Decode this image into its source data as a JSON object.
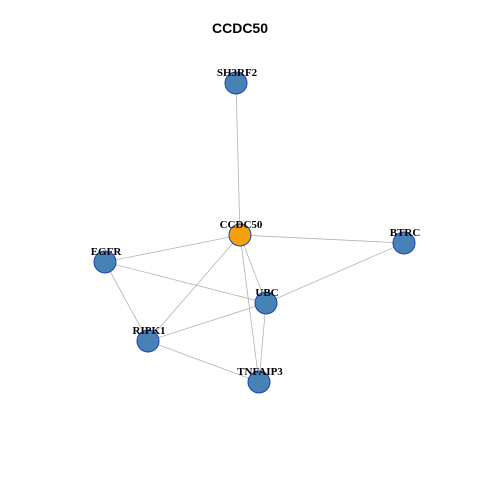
{
  "title": "CCDC50",
  "colors": {
    "center_node": "#F5A10E",
    "neighbor_node": "#4682B4",
    "node_border": "#1E3FBF",
    "edge": "#B3B3B3"
  },
  "nodes": [
    {
      "id": "SH3RF2",
      "label": "SH3RF2",
      "role": "neighbor"
    },
    {
      "id": "CCDC50",
      "label": "CCDC50",
      "role": "center"
    },
    {
      "id": "BTRC",
      "label": "BTRC",
      "role": "neighbor"
    },
    {
      "id": "EGFR",
      "label": "EGFR",
      "role": "neighbor"
    },
    {
      "id": "UBC",
      "label": "UBC",
      "role": "neighbor"
    },
    {
      "id": "RIPK1",
      "label": "RIPK1",
      "role": "neighbor"
    },
    {
      "id": "TNFAIP3",
      "label": "TNFAIP3",
      "role": "neighbor"
    }
  ],
  "edges": [
    {
      "source": "SH3RF2",
      "target": "CCDC50"
    },
    {
      "source": "CCDC50",
      "target": "BTRC"
    },
    {
      "source": "CCDC50",
      "target": "EGFR"
    },
    {
      "source": "CCDC50",
      "target": "UBC"
    },
    {
      "source": "CCDC50",
      "target": "RIPK1"
    },
    {
      "source": "CCDC50",
      "target": "TNFAIP3"
    },
    {
      "source": "EGFR",
      "target": "UBC"
    },
    {
      "source": "EGFR",
      "target": "RIPK1"
    },
    {
      "source": "BTRC",
      "target": "UBC"
    },
    {
      "source": "UBC",
      "target": "RIPK1"
    },
    {
      "source": "UBC",
      "target": "TNFAIP3"
    },
    {
      "source": "RIPK1",
      "target": "TNFAIP3"
    }
  ]
}
